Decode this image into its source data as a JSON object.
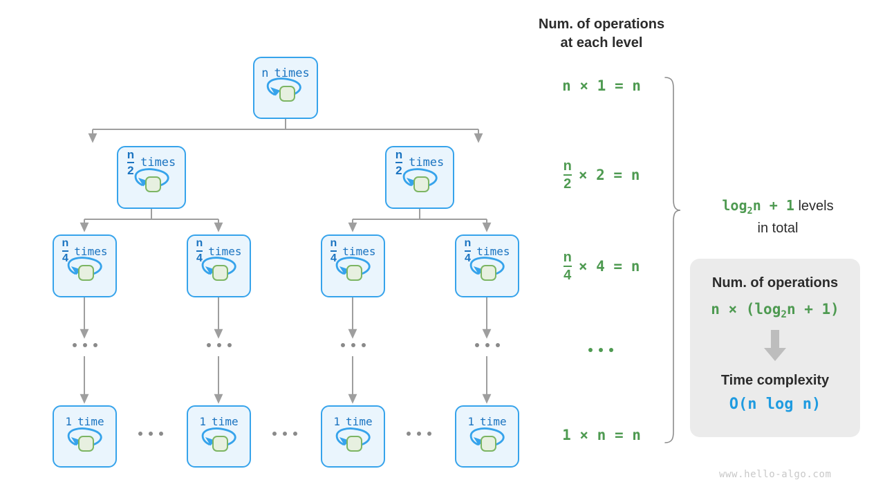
{
  "diagram": {
    "title_lines": [
      "Num. of operations",
      "at each level"
    ],
    "watermark": "www.hello-algo.com",
    "colors": {
      "node_fill": "#eaf5fd",
      "node_border": "#36a3eb",
      "node_text": "#1a73c0",
      "loop_arrow": "#36a3eb",
      "inner_box_fill": "#e7f0e0",
      "inner_box_border": "#7cb563",
      "connector": "#9e9e9e",
      "green_text": "#4e9a51",
      "blue_text": "#1f9be0",
      "dark_text": "#2b2b2b",
      "card_bg": "#ebebeb",
      "watermark": "#c8c8c8"
    }
  },
  "tree": {
    "levels": [
      {
        "level": 1,
        "nodes": [
          {
            "numerator": "n",
            "denominator": "",
            "plain": "n",
            "unit": "times"
          }
        ]
      },
      {
        "level": 2,
        "nodes": [
          {
            "numerator": "n",
            "denominator": "2",
            "plain": "",
            "unit": "times"
          },
          {
            "numerator": "n",
            "denominator": "2",
            "plain": "",
            "unit": "times"
          }
        ]
      },
      {
        "level": 3,
        "nodes": [
          {
            "numerator": "n",
            "denominator": "4",
            "plain": "",
            "unit": "times"
          },
          {
            "numerator": "n",
            "denominator": "4",
            "plain": "",
            "unit": "times"
          },
          {
            "numerator": "n",
            "denominator": "4",
            "plain": "",
            "unit": "times"
          },
          {
            "numerator": "n",
            "denominator": "4",
            "plain": "",
            "unit": "times"
          }
        ]
      },
      {
        "level": 4,
        "ellipsis": "•••",
        "nodes": []
      },
      {
        "level": 5,
        "nodes": [
          {
            "numerator": "",
            "denominator": "",
            "plain": "1",
            "unit": "time"
          },
          {
            "numerator": "",
            "denominator": "",
            "plain": "1",
            "unit": "time"
          },
          {
            "numerator": "",
            "denominator": "",
            "plain": "1",
            "unit": "time"
          },
          {
            "numerator": "",
            "denominator": "",
            "plain": "1",
            "unit": "time"
          }
        ]
      }
    ]
  },
  "operations": {
    "rows": [
      {
        "kind": "plain",
        "text": "n × 1 = n"
      },
      {
        "kind": "fraction",
        "num": "n",
        "den": "2",
        "rest": "× 2 = n"
      },
      {
        "kind": "fraction",
        "num": "n",
        "den": "4",
        "rest": "× 4 = n"
      },
      {
        "kind": "dots",
        "text": "•••"
      },
      {
        "kind": "plain",
        "text": "1 × n = n"
      }
    ]
  },
  "levels_note": {
    "formula_pre": "log",
    "formula_sub": "2",
    "formula_post": "n + 1",
    "suffix": " levels",
    "line2": "in total"
  },
  "card": {
    "head1": "Num. of operations",
    "formula": "n × (log₂n + 1)",
    "formula_pre": "n × (log",
    "formula_sub": "2",
    "formula_post": "n + 1)",
    "arrow_icon": "down-arrow-icon",
    "head2": "Time complexity",
    "result_pre": "O(n log n)"
  }
}
